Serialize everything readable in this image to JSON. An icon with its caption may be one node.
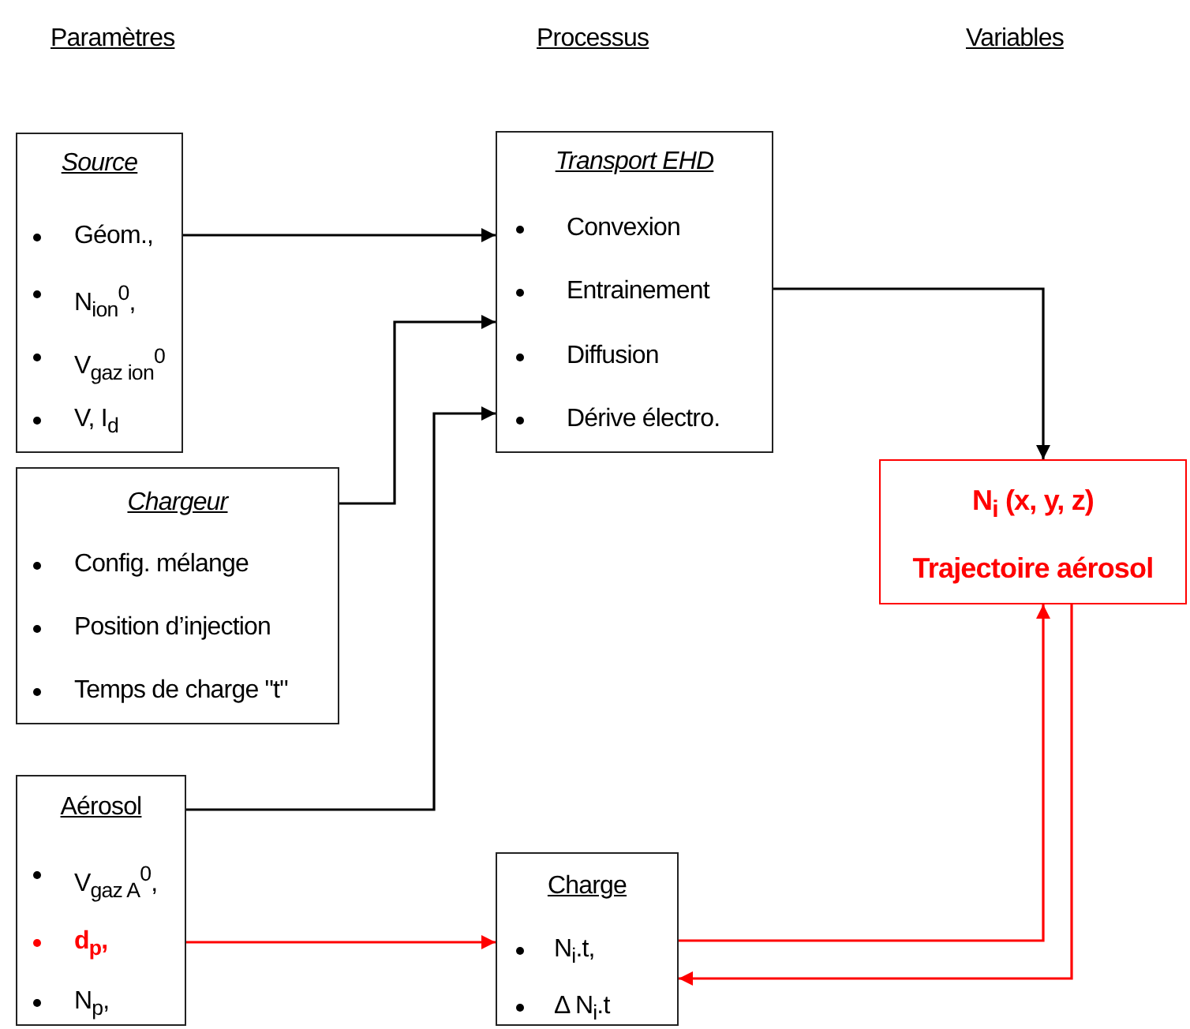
{
  "diagram": {
    "nodes": [
      {
        "text": [
          "Source",
          "Géom.,",
          "N$_{ion}$$^{0}$,",
          "V$_{gaz ion}$$^{0}$",
          "V, I$_{d}$"
        ]
      },
      {
        "text": [
          "Transport EHD",
          "Convexion",
          "Entrainement",
          "Diffusion",
          "Dérive électro."
        ]
      },
      {
        "text": [
          "Chargeur",
          "Config. mélange",
          "Position d’injection",
          "Temps de charge \"t\""
        ]
      },
      {
        "text": [
          "N$_{i}$ (x, y, z)",
          "Trajectoire aérosol"
        ]
      },
      {
        "text": [
          "Aérosol",
          "V$_{gaz A}$$^{0}$,",
          "d$_{p}$,",
          "N$_{p}$,"
        ]
      },
      {
        "text": [
          "Charge",
          "N$_{i}$.t,",
          "Δ N$_{i}$.t"
        ]
      }
    ],
    "edges": [
      {
        "from": 0,
        "to": 1,
        "arrow": "to"
      },
      {
        "from": 2,
        "to": 1,
        "arrow": "to"
      },
      {
        "from": 4,
        "to": 1,
        "arrow": "to"
      },
      {
        "from": 1,
        "to": 3,
        "arrow": "to"
      },
      {
        "from": 4,
        "to": 5,
        "arrow": "to",
        "color": "#ff0000"
      },
      {
        "from": 5,
        "to": 3,
        "arrow": "to",
        "color": "#ff0000"
      },
      {
        "from": 3,
        "to": 5,
        "arrow": "to",
        "color": "#ff0000"
      }
    ],
    "labels": [
      "Paramètres",
      "Processus",
      "Variables"
    ]
  }
}
